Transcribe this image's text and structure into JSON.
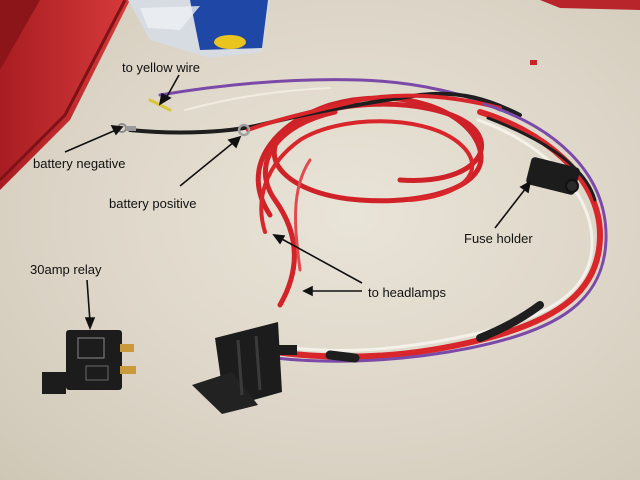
{
  "photo": {
    "labels": {
      "yellow_wire": "to yellow wire",
      "battery_negative": "battery negative",
      "battery_positive": "battery positive",
      "relay": "30amp relay",
      "fuse_holder": "Fuse holder",
      "headlamps": "to headlamps"
    }
  },
  "colors": {
    "table": "#e2dcd0",
    "red_case": "#c4242a",
    "wire_red": "#d8262b",
    "wire_purple": "#7b4aa8",
    "wire_white": "#f4f1ea",
    "wire_black": "#1e1e1e",
    "connector": "#1c1c1c"
  }
}
